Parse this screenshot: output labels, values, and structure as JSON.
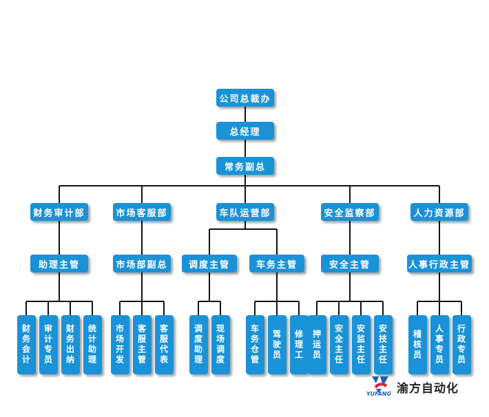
{
  "org": {
    "top": [
      {
        "label": "公司总裁办"
      },
      {
        "label": "总经理"
      },
      {
        "label": "常务副总"
      }
    ],
    "departments": [
      {
        "label": "财务审计部",
        "managers": [
          {
            "label": "助理主管",
            "staff": [
              "财务会计",
              "审计专员",
              "财务出纳",
              "统计助理"
            ]
          }
        ]
      },
      {
        "label": "市场客服部",
        "managers": [
          {
            "label": "市场部副总",
            "staff": [
              "市场开发",
              "客服主管",
              "客服代表"
            ]
          }
        ]
      },
      {
        "label": "车队运营部",
        "managers": [
          {
            "label": "调度主管",
            "staff": [
              "调度助理",
              "现场调度"
            ]
          },
          {
            "label": "车务主管",
            "staff": [
              "车务仓管",
              "驾驶员",
              "修理工"
            ]
          }
        ]
      },
      {
        "label": "安全监察部",
        "managers": [
          {
            "label": "安全主管",
            "staff": [
              "押运员",
              "安全主任",
              "安监主任",
              "安技主任"
            ]
          }
        ]
      },
      {
        "label": "人力资源部",
        "managers": [
          {
            "label": "人事行政主管",
            "staff": [
              "稽核员",
              "人事专员",
              "行政专员"
            ]
          }
        ]
      }
    ]
  },
  "brand": {
    "name": "渝方自动化",
    "logo_text": "YUFANG",
    "logo_icon": "yufang-logo-icon"
  },
  "colors": {
    "box": "#1a92d8",
    "line": "#111111",
    "logo_blue": "#1f5fae",
    "logo_red": "#d8262f"
  }
}
